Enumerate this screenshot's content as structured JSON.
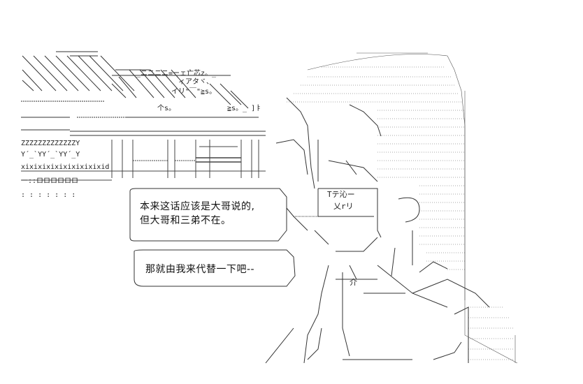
{
  "bubble1": {
    "line1": "本来这话应该是大哥说的,",
    "line2": "但大哥和三弟不在。"
  },
  "bubble2": {
    "line1": "那就由我来代替一下吧--"
  },
  "art": {
    "sign_text": "Tテ沁ー",
    "sign_text2": "乂rリ",
    "roof_text": "ィアタヾ、",
    "roof_text2": "イリ\"￣\"≧s。",
    "roof_text3": "_ニニニニ=ーェ亡芯z。_",
    "roof_text4": "个s。",
    "roof_text5": "≧s。_ ]ㅑ",
    "row_z": "ZZZZZZZZZZZZZY",
    "row_y": "Y´_`YY´_`YY´_Y",
    "row_x": "xixixixixixixixixixid",
    "row_ha": "ー::ロロロロロロ",
    "dots": ": : : : : : :",
    "kai": "介"
  }
}
